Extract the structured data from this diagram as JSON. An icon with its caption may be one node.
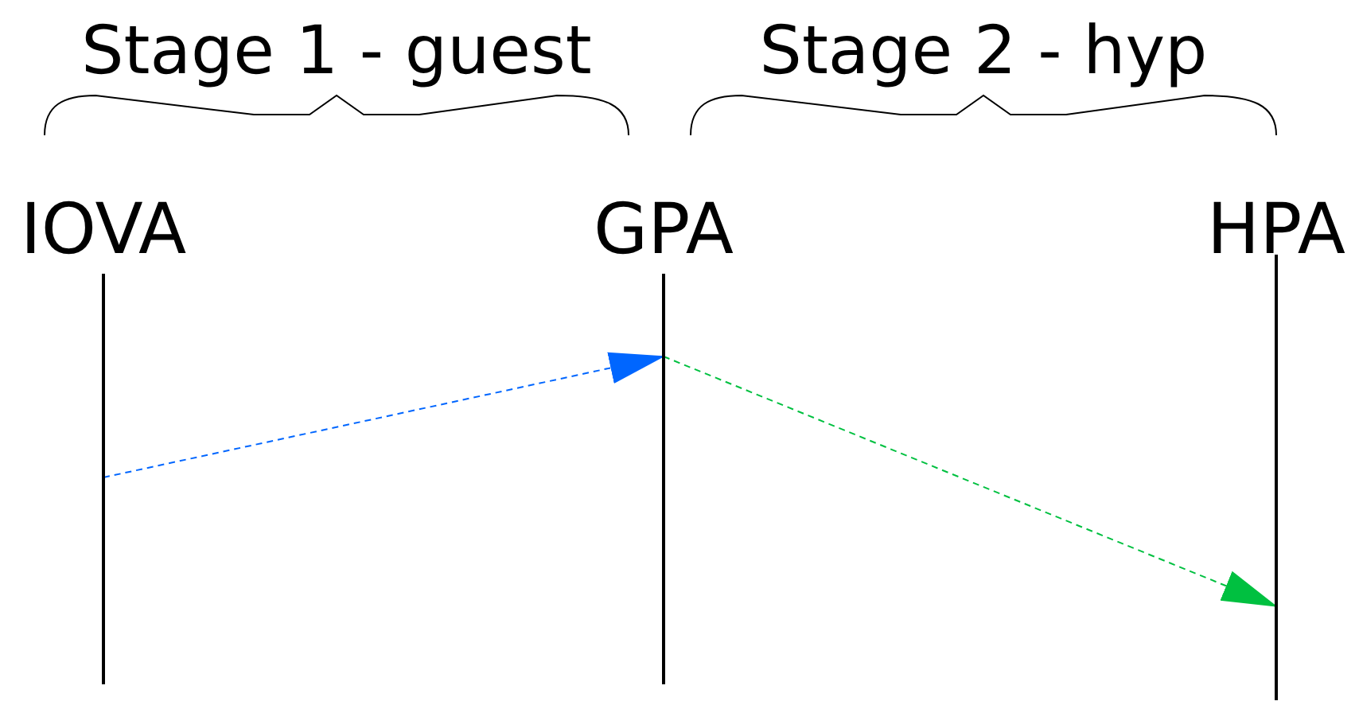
{
  "diagram": {
    "nodes": [
      {
        "text": [
          "IOVA"
        ]
      },
      {
        "text": [
          "GPA"
        ]
      },
      {
        "text": [
          "HPA"
        ]
      }
    ],
    "edges": [
      {
        "from": 0,
        "to": 1,
        "arrow": "to",
        "style": "dashed",
        "color": "#0066ff"
      },
      {
        "from": 1,
        "to": 2,
        "arrow": "to",
        "style": "dashed",
        "color": "#00c040"
      }
    ],
    "labels": [
      "Stage 1 - guest",
      "Stage 2 - hyp"
    ]
  }
}
